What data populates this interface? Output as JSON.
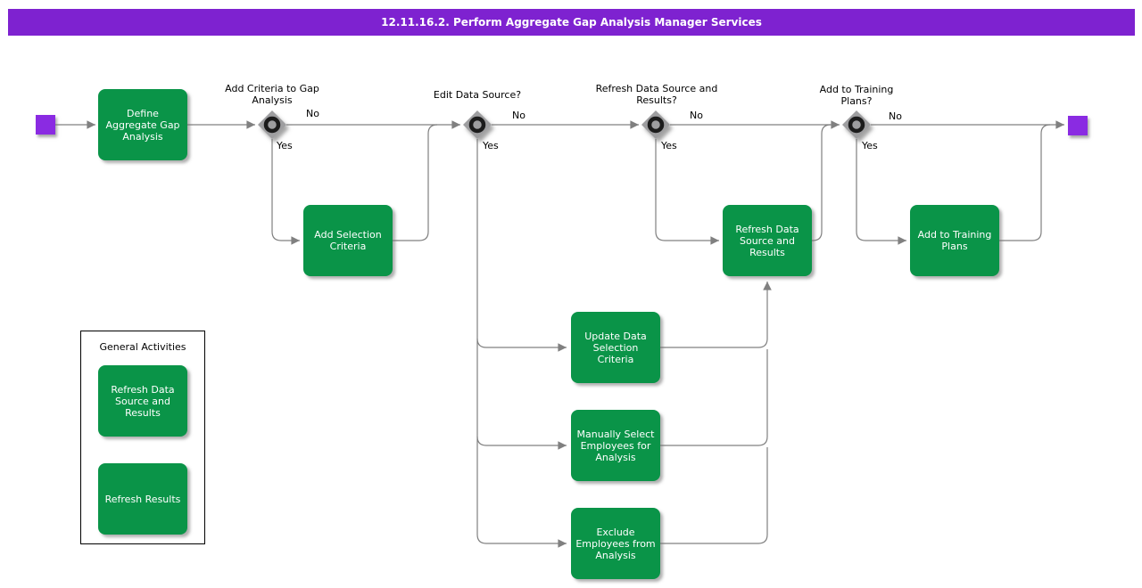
{
  "title_bar": {
    "text": "12.11.16.2. Perform Aggregate Gap Analysis Manager Services"
  },
  "colors": {
    "title_bar_bg": "#7E22D0",
    "terminal_purple": "#8A2BE2",
    "activity_green": "#0A9448",
    "connector_gray": "#808080",
    "decision_gray": "#9E9EA0"
  },
  "activities": {
    "define": "Define Aggregate Gap Analysis",
    "add_selection_criteria": "Add Selection Criteria",
    "update_data_selection_criteria": "Update Data Selection Criteria",
    "manually_select_employees": "Manually Select Employees for Analysis",
    "exclude_employees": "Exclude Employees from Analysis",
    "refresh_data_source_and_results": "Refresh Data Source and Results",
    "add_to_training_plans": "Add to Training Plans"
  },
  "decisions": {
    "add_criteria_to_gap_analysis": {
      "question": "Add Criteria to Gap Analysis",
      "yes_label": "Yes",
      "no_label": "No"
    },
    "edit_data_source": {
      "question": "Edit Data Source?",
      "yes_label": "Yes",
      "no_label": "No"
    },
    "refresh_data_source_and_results": {
      "question": "Refresh Data Source and Results?",
      "yes_label": "Yes",
      "no_label": "No"
    },
    "add_to_training_plans": {
      "question": "Add to Training Plans?",
      "yes_label": "Yes",
      "no_label": "No"
    }
  },
  "general_activities": {
    "title": "General Activities",
    "items": [
      "Refresh Data Source and Results",
      "Refresh Results"
    ]
  }
}
